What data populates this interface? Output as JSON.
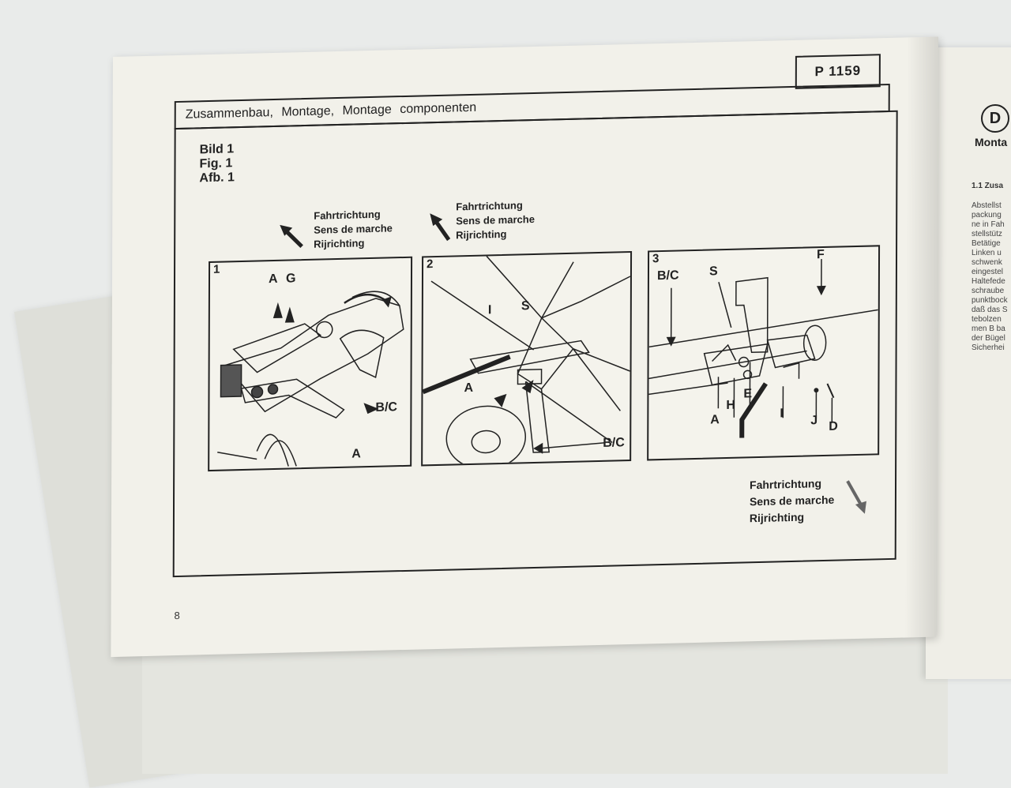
{
  "page": {
    "doc_code": "P 1159",
    "header": "Zusammenbau, Montage, Montage componenten",
    "figure_labels": [
      "Bild 1",
      "Fig. 1",
      "Afb. 1"
    ],
    "direction_lines": [
      "Fahrtrichtung",
      "Sens de marche",
      "Rijrichting"
    ],
    "page_number": "8"
  },
  "panels": [
    {
      "number": "1",
      "labels": [
        "A",
        "G",
        "B/C",
        "A"
      ]
    },
    {
      "number": "2",
      "labels": [
        "I",
        "S",
        "A",
        "B/C"
      ]
    },
    {
      "number": "3",
      "labels": [
        "F",
        "B/C",
        "S",
        "A",
        "H",
        "E",
        "I",
        "J",
        "D"
      ]
    }
  ],
  "right_page": {
    "badge": "D",
    "title": "Monta",
    "section": "1.1 Zusa",
    "lines": [
      "Abstellst",
      "packung",
      "ne in Fah",
      "stellstütz",
      "Betätige",
      "Linken u",
      "schwenk",
      "eingestel",
      "Haltefede",
      "schraube",
      "punktbock",
      "daß das S",
      "tebolzen",
      "men B ba",
      "der Bügel",
      "Sicherhei"
    ]
  },
  "colors": {
    "paper": "#f2f1ea",
    "ink": "#222222",
    "background": "#e9ebea"
  }
}
